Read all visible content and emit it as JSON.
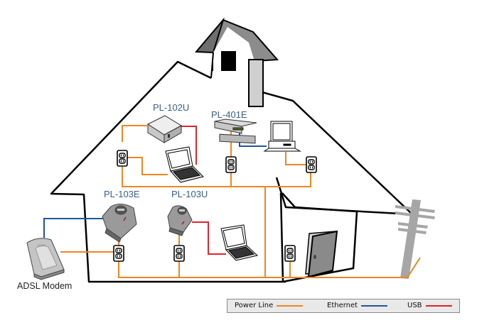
{
  "diagram": {
    "title": "Powerline home network diagram",
    "devices": [
      {
        "id": "pl102u",
        "label": "PL-102U"
      },
      {
        "id": "pl401e",
        "label": "PL-401E"
      },
      {
        "id": "pl103e",
        "label": "PL-103E"
      },
      {
        "id": "pl103u",
        "label": "PL-103U"
      },
      {
        "id": "adsl",
        "label": "ADSL Modem"
      }
    ],
    "connections": [
      {
        "from": "PL-102U",
        "to": "Laptop (upper)",
        "type": "USB"
      },
      {
        "from": "PL-401E",
        "to": "Desktop PC",
        "type": "Ethernet"
      },
      {
        "from": "PL-103E",
        "to": "ADSL Modem",
        "type": "Ethernet"
      },
      {
        "from": "PL-103U",
        "to": "Laptop (lower)",
        "type": "USB"
      },
      {
        "from": "Wall outlets",
        "to": "Utility pole",
        "type": "Power Line"
      }
    ]
  },
  "legend": {
    "items": [
      {
        "label": "Power Line",
        "color": "#f0861e"
      },
      {
        "label": "Ethernet",
        "color": "#1c56a0"
      },
      {
        "label": "USB",
        "color": "#e0242a"
      }
    ]
  },
  "colors": {
    "power_line": "#f0861e",
    "ethernet": "#1c56a0",
    "usb": "#e0242a",
    "label_text": "#3b5f88",
    "roof_gray": "#7a7a7a",
    "pole_gray": "#a6a6a6"
  }
}
